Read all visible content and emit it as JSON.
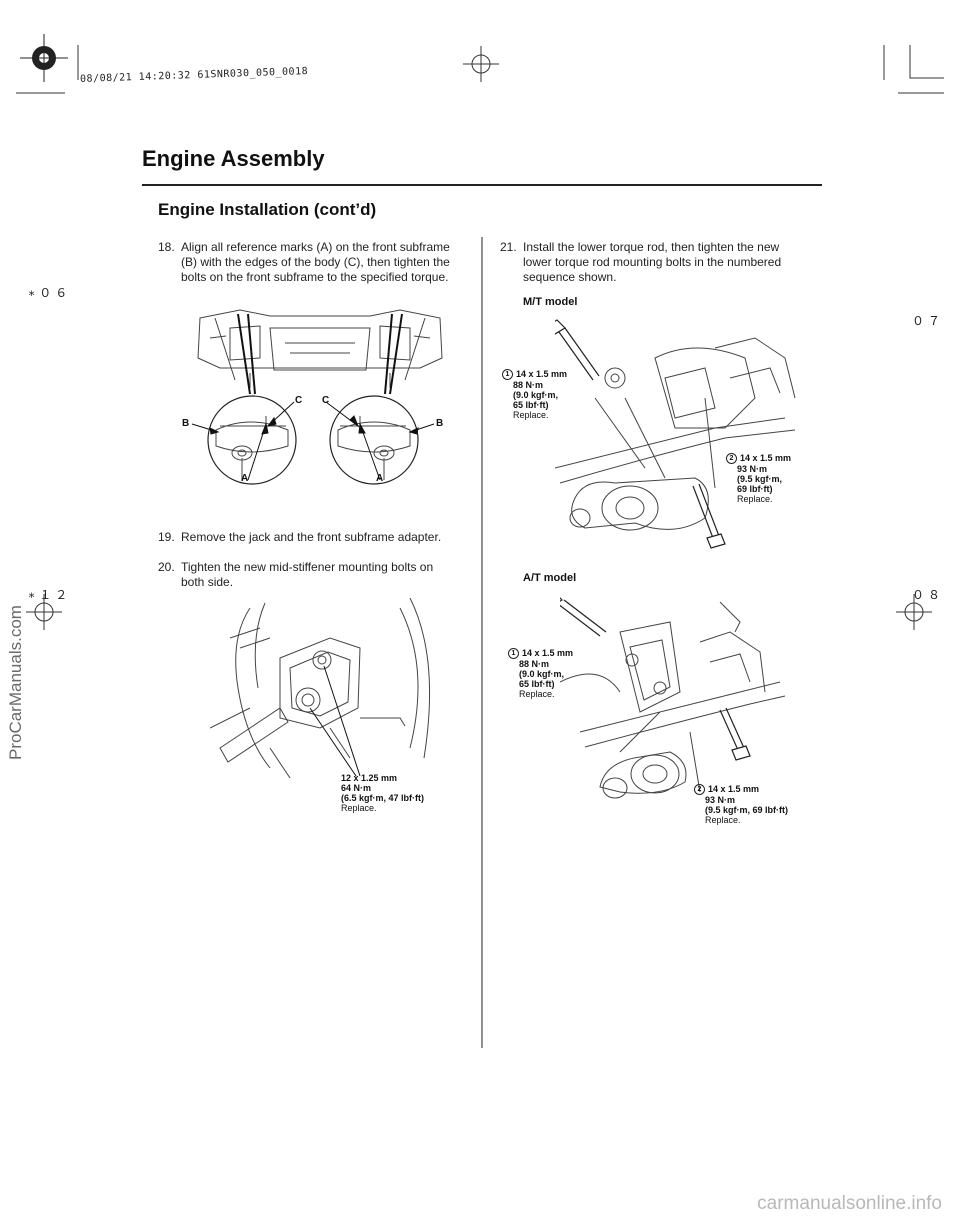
{
  "header": {
    "stamp": "08/08/21 14:20:32 61SNR030_050_0018",
    "title": "Engine Assembly",
    "subtitle": "Engine Installation (cont’d)"
  },
  "margin_marks": {
    "left_top": "∗０６",
    "left_bottom": "∗１２",
    "right_top": "０７",
    "right_bottom": "０８"
  },
  "steps": [
    {
      "num": "18.",
      "lines": [
        "Align all reference marks (A) on the front subframe",
        "(B) with the edges of the body (C), then tighten the",
        "bolts on the front subframe to the specified torque."
      ]
    },
    {
      "num": "19.",
      "lines": [
        "Remove the jack and the front subframe adapter."
      ]
    },
    {
      "num": "20.",
      "lines": [
        "Tighten the new mid-stiffener mounting bolts on",
        "both side."
      ]
    },
    {
      "num": "21.",
      "lines": [
        "Install the lower torque rod, then tighten the new",
        "lower torque rod mounting bolts in the numbered",
        "sequence shown."
      ]
    }
  ],
  "figure1_labels": {
    "A": "A",
    "B": "B",
    "C": "C"
  },
  "figure2_spec": {
    "lines": [
      "12 x 1.25 mm",
      "64 N·m",
      "(6.5 kgf·m, 47 lbf·ft)"
    ],
    "note": "Replace."
  },
  "mt": {
    "heading": "M/T model",
    "spec1": {
      "num": "1",
      "lines": [
        "14 x 1.5 mm",
        "88 N·m",
        "(9.0 kgf·m,",
        "65 lbf·ft)"
      ],
      "note": "Replace."
    },
    "spec2": {
      "num": "2",
      "lines": [
        "14 x 1.5 mm",
        "93 N·m",
        "(9.5 kgf·m,",
        "69 lbf·ft)"
      ],
      "note": "Replace."
    }
  },
  "at": {
    "heading": "A/T model",
    "spec1": {
      "num": "1",
      "lines": [
        "14 x 1.5 mm",
        "88 N·m",
        "(9.0 kgf·m,",
        "65 lbf·ft)"
      ],
      "note": "Replace."
    },
    "spec2": {
      "num": "2",
      "lines": [
        "14 x 1.5 mm",
        "93 N·m",
        "(9.5 kgf·m, 69 lbf·ft)"
      ],
      "note": "Replace."
    }
  },
  "watermarks": {
    "side": "ProCarManuals.com",
    "bottom": "carmanualsonline.info"
  }
}
